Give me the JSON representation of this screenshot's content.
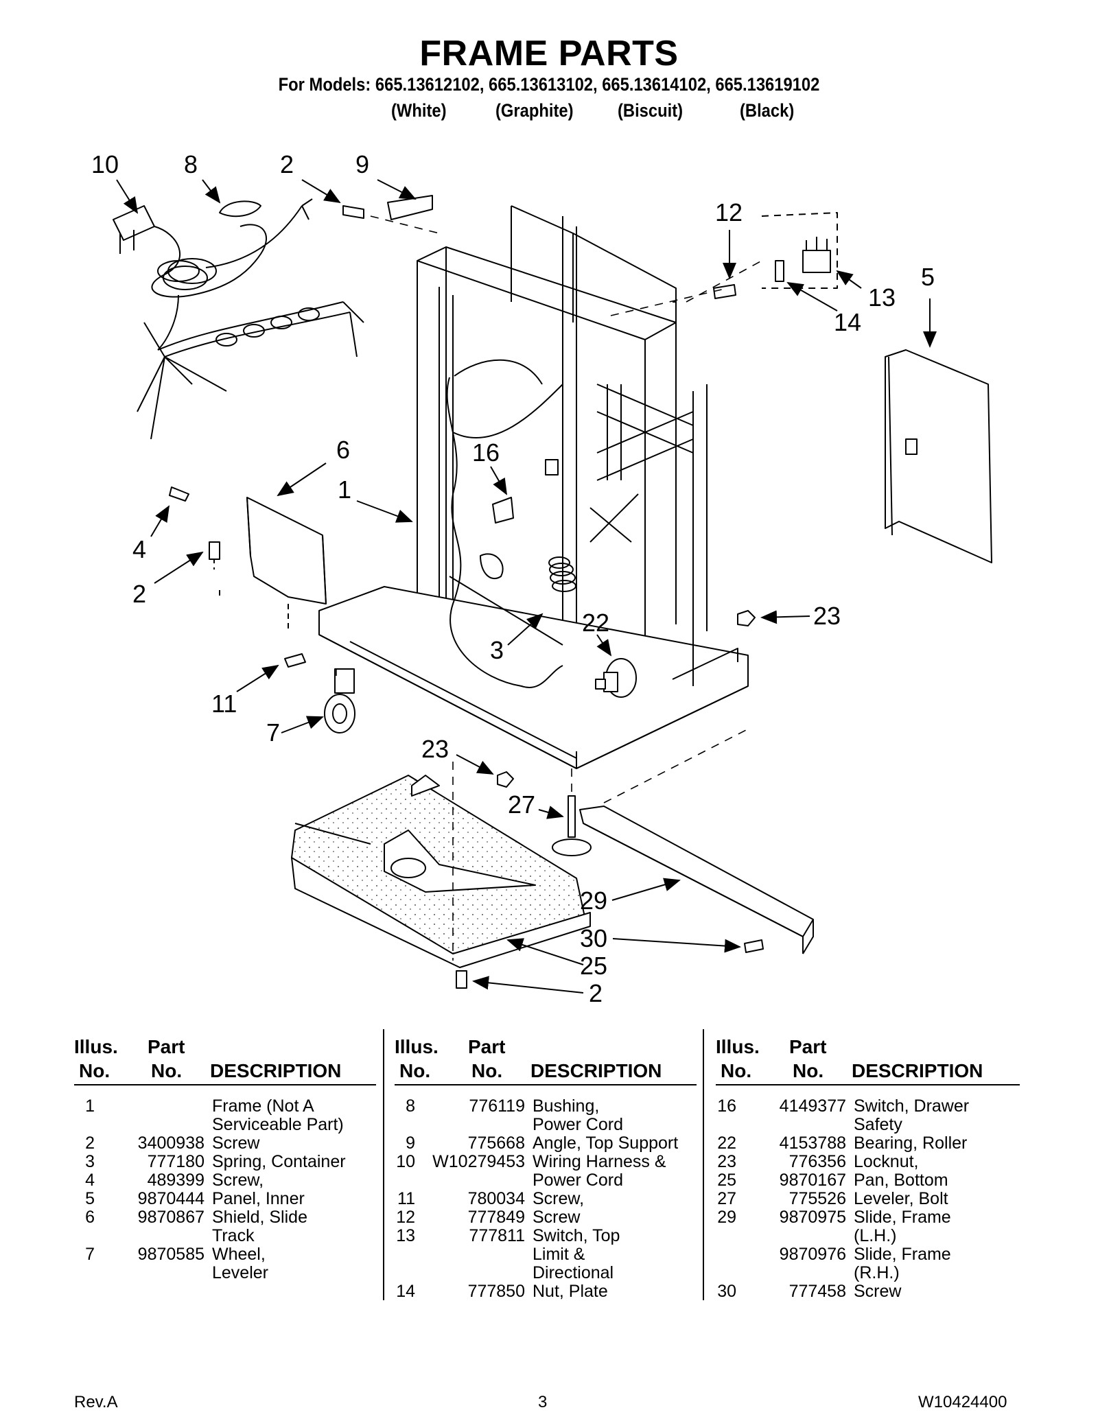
{
  "header": {
    "title": "FRAME PARTS",
    "models": "For Models: 665.13612102, 665.13613102, 665.13614102, 665.13619102",
    "colors": [
      "(White)",
      "(Graphite)",
      "(Biscuit)",
      "(Black)"
    ]
  },
  "callouts": [
    "10",
    "8",
    "2",
    "9",
    "12",
    "13",
    "14",
    "5",
    "6",
    "1",
    "16",
    "4",
    "2",
    "23",
    "22",
    "3",
    "11",
    "7",
    "23",
    "27",
    "29",
    "30",
    "25",
    "2"
  ],
  "table": {
    "headers": {
      "illus": "Illus.",
      "illus_no": "No.",
      "part": "Part",
      "part_no": "No.",
      "description": "DESCRIPTION"
    },
    "columns": [
      [
        {
          "illus": "1",
          "part": "",
          "desc": [
            "Frame (Not A",
            "Serviceable Part)"
          ]
        },
        {
          "illus": "2",
          "part": "3400938",
          "desc": [
            "Screw"
          ]
        },
        {
          "illus": "3",
          "part": "777180",
          "desc": [
            "Spring, Container"
          ]
        },
        {
          "illus": "4",
          "part": "489399",
          "desc": [
            "Screw,"
          ]
        },
        {
          "illus": "5",
          "part": "9870444",
          "desc": [
            "Panel, Inner"
          ]
        },
        {
          "illus": "6",
          "part": "9870867",
          "desc": [
            "Shield, Slide",
            "Track"
          ]
        },
        {
          "illus": "7",
          "part": "9870585",
          "desc": [
            "Wheel,",
            "Leveler"
          ]
        }
      ],
      [
        {
          "illus": "8",
          "part": "776119",
          "desc": [
            "Bushing,",
            "Power Cord"
          ]
        },
        {
          "illus": "9",
          "part": "775668",
          "desc": [
            "Angle, Top Support"
          ]
        },
        {
          "illus": "10",
          "part": "W10279453",
          "desc": [
            "Wiring Harness &",
            "Power Cord"
          ]
        },
        {
          "illus": "11",
          "part": "780034",
          "desc": [
            "Screw,"
          ]
        },
        {
          "illus": "12",
          "part": "777849",
          "desc": [
            "Screw"
          ]
        },
        {
          "illus": "13",
          "part": "777811",
          "desc": [
            "Switch, Top",
            "Limit &",
            "Directional"
          ]
        },
        {
          "illus": "14",
          "part": "777850",
          "desc": [
            "Nut, Plate"
          ]
        }
      ],
      [
        {
          "illus": "16",
          "part": "4149377",
          "desc": [
            "Switch, Drawer",
            "Safety"
          ]
        },
        {
          "illus": "22",
          "part": "4153788",
          "desc": [
            "Bearing, Roller"
          ]
        },
        {
          "illus": "23",
          "part": "776356",
          "desc": [
            "Locknut,"
          ]
        },
        {
          "illus": "25",
          "part": "9870167",
          "desc": [
            "Pan, Bottom"
          ]
        },
        {
          "illus": "27",
          "part": "775526",
          "desc": [
            "Leveler, Bolt"
          ]
        },
        {
          "illus": "29",
          "part": "9870975",
          "desc": [
            "Slide, Frame",
            "(L.H.)"
          ]
        },
        {
          "illus": "",
          "part": "9870976",
          "desc": [
            "Slide, Frame",
            "(R.H.)"
          ]
        },
        {
          "illus": "30",
          "part": "777458",
          "desc": [
            "Screw"
          ]
        }
      ]
    ]
  },
  "footer": {
    "rev": "Rev.A",
    "page": "3",
    "doc": "W10424400"
  }
}
